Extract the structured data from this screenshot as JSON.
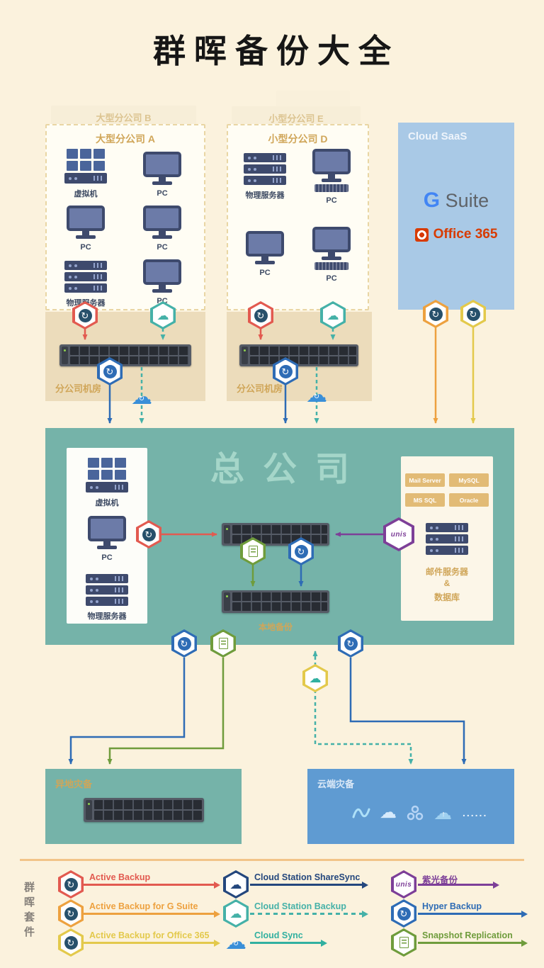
{
  "title": "群晖备份大全",
  "unis_text": "unis",
  "icons": {
    "refresh": "↻",
    "cloud": "☁",
    "arrow_up": "↑"
  },
  "colors": {
    "bg": "#fbf2dd",
    "gold": "#d0a659",
    "gold_light": "#dcc491",
    "card_bg": "#fffdf4",
    "card_border": "#e9d6a4",
    "tab_bg": "#f7eed8",
    "room_bg": "#ecdcbb",
    "hq_bg": "#75b3a9",
    "hq_title": "#a5d6c9",
    "saas_bg": "#a9c9e6",
    "saas_label": "#eef4fb",
    "clouddr_bg": "#5f9bd2",
    "clouddr_label": "#dce9f7",
    "dark": "#3e4a6d",
    "screen": "#6c7ba8",
    "vm_cell": "#4a659b",
    "red": "#e25a50",
    "orange": "#eda13f",
    "yellow": "#e3c94b",
    "navy": "#24477d",
    "teal": "#45b1a8",
    "sync": "#31b0a0",
    "hyper": "#2e6cb5",
    "purple": "#7d3f98",
    "green": "#6f9c3c",
    "gsuite_blue": "#4285f4",
    "gsuite_gray": "#5f6368",
    "office_orange": "#d83b01",
    "rack_body": "#555b66",
    "badge_tan": "#e2bb76",
    "divider": "#f2c488",
    "side_label": "#85807a",
    "dev_label": "#3d4a63",
    "abic_bg": "#27506b",
    "cloud_solid": "#3a8fd8"
  },
  "branch_large": {
    "back_label": "大型分公司 B",
    "front_label": "大型分公司 A",
    "items": [
      "虚拟机",
      "PC",
      "PC",
      "PC",
      "物理服务器",
      "PC"
    ]
  },
  "branch_small": {
    "back_label": "小型分公司 E",
    "front_label": "小型分公司 D",
    "items": [
      "物理服务器",
      "PC",
      "PC",
      "PC"
    ]
  },
  "cloud_saas": {
    "label": "Cloud SaaS",
    "gsuite_g": "G",
    "gsuite_text": " Suite",
    "office_text": "Office 365"
  },
  "rooms": {
    "left": "分公司机房",
    "mid": "分公司机房"
  },
  "hq": {
    "title": "总公司",
    "devices": [
      "虚拟机",
      "PC",
      "物理服务器"
    ],
    "local_backup": "本地备份",
    "db_badges": [
      "Mail Server",
      "MySQL",
      "MS SQL",
      "Oracle"
    ],
    "db_line1": "邮件服务器",
    "db_line2": "&",
    "db_line3": "数据库"
  },
  "offsite": {
    "label": "异地灾备"
  },
  "cloud_dr": {
    "label": "云端灾备",
    "more": "......"
  },
  "legend": {
    "side": "群晖套件",
    "items": [
      {
        "label": "Active Backup"
      },
      {
        "label": "Active Backup for G Suite"
      },
      {
        "label": "Active Backup for Office 365"
      },
      {
        "label": "Cloud Station ShareSync"
      },
      {
        "label": "Cloud Station Backup"
      },
      {
        "label": "Cloud Sync"
      },
      {
        "label": "紫光备份"
      },
      {
        "label": "Hyper Backup"
      },
      {
        "label": "Snapshot Replication"
      }
    ]
  }
}
